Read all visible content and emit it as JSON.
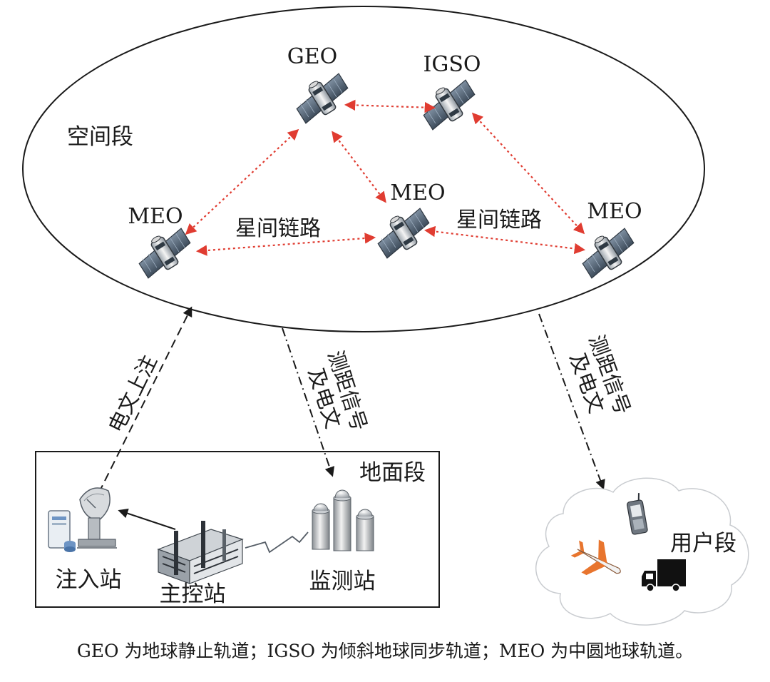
{
  "space_segment": {
    "label": "空间段",
    "satellites": {
      "geo": "GEO",
      "igso": "IGSO",
      "meo_left": "MEO",
      "meo_center": "MEO",
      "meo_right": "MEO"
    },
    "intersatellite_link_left": "星间链路",
    "intersatellite_link_right": "星间链路"
  },
  "links": {
    "uplink_label": "电文上注",
    "ranging_to_ground_line1": "测距信号",
    "ranging_to_ground_line2": "及电文",
    "ranging_to_user_line1": "测距信号",
    "ranging_to_user_line2": "及电文"
  },
  "ground_segment": {
    "label": "地面段",
    "injection_station": "注入站",
    "master_control_station": "主控站",
    "monitoring_station": "监测站"
  },
  "user_segment": {
    "label": "用户段"
  },
  "caption": "GEO 为地球静止轨道；IGSO 为倾斜地球同步轨道；MEO 为中圆地球轨道。",
  "colors": {
    "intersatellite_link": "#e03c31",
    "line": "#1a1a1a",
    "satellite_panel": "#5a6b7c",
    "satellite_body": "#e6e6e6"
  }
}
